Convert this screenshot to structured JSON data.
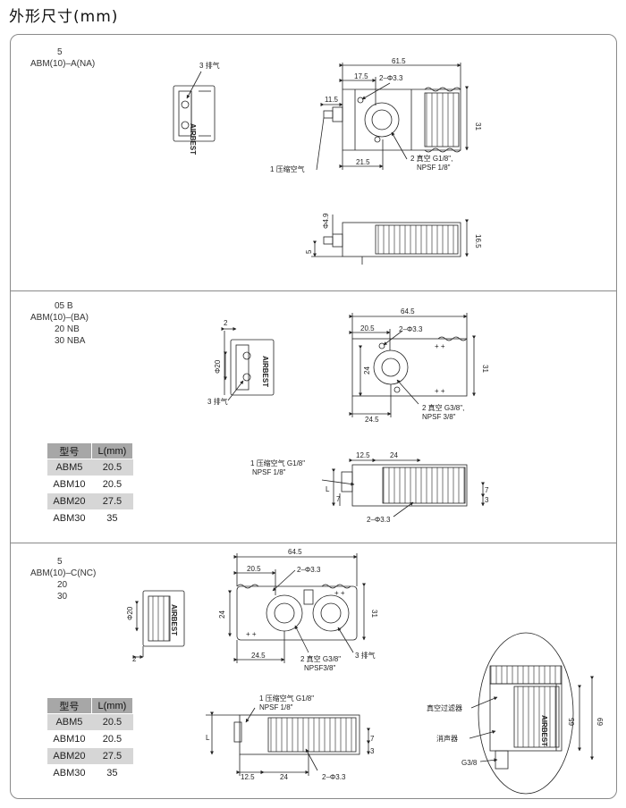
{
  "page_title": "外形尺寸(mm)",
  "section1": {
    "model_lines": [
      "5",
      "ABM(10)–A(NA)"
    ],
    "labels": {
      "exhaust": "3 排气",
      "compressed_air": "1 压缩空气",
      "vacuum": "2 真空 G1/8\",",
      "vacuum_npsf": "NPSF 1/8\"",
      "holes": "2–Φ3.3",
      "dim_61_5": "61.5",
      "dim_17_5": "17.5",
      "dim_11_5": "11.5",
      "dim_21_5": "21.5",
      "dim_31": "31",
      "dim_phi4_9": "Φ4.9",
      "dim_16_5": "16.5",
      "dim_5": "5",
      "brand": "AIRBEST"
    }
  },
  "section2": {
    "model_lines": [
      "05     B",
      "ABM(10)–(BA)",
      "20     NB",
      "30   NBA"
    ],
    "labels": {
      "dim_2": "2",
      "dim_phi20": "Φ20",
      "exhaust": "3 排气",
      "dim_64_5": "64.5",
      "dim_20_5": "20.5",
      "holes": "2–Φ3.3",
      "dim_24": "24",
      "dim_31": "31",
      "dim_24_5": "24.5",
      "vacuum": "2 真空 G3/8\",",
      "vacuum_npsf": "NPSF 3/8\"",
      "compressed_air": "1 压缩空气 G1/8\"",
      "compressed_npsf": "NPSF 1/8\"",
      "dim_12_5": "12.5",
      "dim_24b": "24",
      "dim_L": "L",
      "dim_7": "7",
      "dim_3": "3",
      "holes_b": "2–Φ3.3",
      "brand": "AIRBEST"
    },
    "table": {
      "headers": [
        "型号",
        "L(mm)"
      ],
      "rows": [
        [
          "ABM5",
          "20.5"
        ],
        [
          "ABM10",
          "20.5"
        ],
        [
          "ABM20",
          "27.5"
        ],
        [
          "ABM30",
          "35"
        ]
      ]
    }
  },
  "section3": {
    "model_lines": [
      "5",
      "ABM(10)–C(NC)",
      "20",
      "30"
    ],
    "labels": {
      "dim_phi20": "Φ20",
      "dim_2": "2",
      "dim_64_5": "64.5",
      "dim_20_5": "20.5",
      "holes": "2–Φ3.3",
      "dim_24": "24",
      "dim_31": "31",
      "dim_24_5": "24.5",
      "vacuum": "2 真空 G3/8\"",
      "vacuum_npsf": "NPSF3/8\"",
      "exhaust": "3 排气",
      "compressed_air": "1 压缩空气 G1/8\"",
      "compressed_npsf": "NPSF 1/8\"",
      "dim_L": "L",
      "dim_7": "7",
      "dim_3": "3",
      "dim_12_5": "12.5",
      "dim_24b": "24",
      "holes_b": "2–Φ3.3",
      "vacuum_filter": "真空过滤器",
      "silencer": "消声器",
      "g38": "G3/8",
      "dim_65": "65",
      "dim_69": "69",
      "brand": "AIRBEST"
    },
    "table": {
      "headers": [
        "型号",
        "L(mm)"
      ],
      "rows": [
        [
          "ABM5",
          "20.5"
        ],
        [
          "ABM10",
          "20.5"
        ],
        [
          "ABM20",
          "27.5"
        ],
        [
          "ABM30",
          "35"
        ]
      ]
    }
  }
}
